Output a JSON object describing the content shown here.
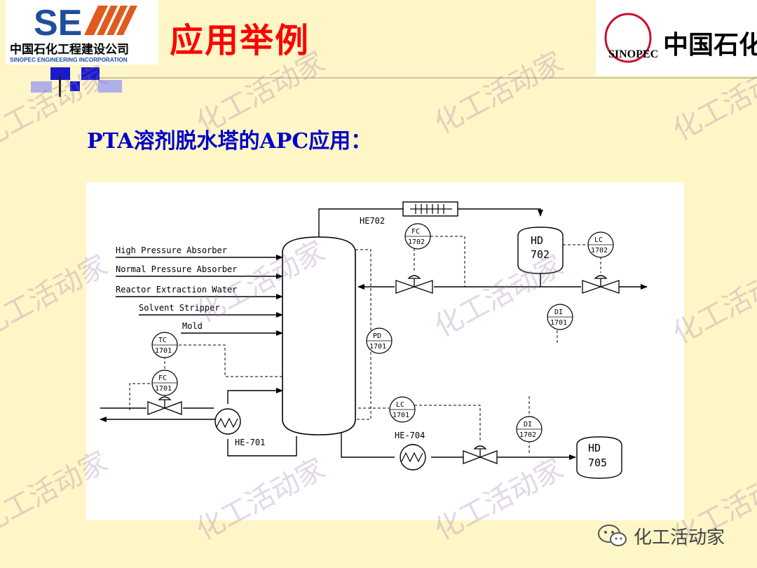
{
  "header": {
    "title": "应用举例",
    "left_logo": {
      "mark": "SE",
      "name_cn": "中国石化工程建设公司",
      "name_en": "SINOPEC ENGINEERING INCORPORATION"
    },
    "right_logo": {
      "mark": "SINOPEC",
      "name_cn": "中国石化"
    }
  },
  "subtitle": "PTA溶剂脱水塔的APC应用：",
  "diagram": {
    "feeds": [
      "High Pressure Absorber",
      "Normal Pressure Absorber",
      "Reactor Extraction Water",
      "Solvent Stripper",
      "Mold"
    ],
    "equipment": {
      "he702": "HE702",
      "he701": "HE-701",
      "he704": "HE-704",
      "hd702": [
        "HD",
        "702"
      ],
      "hd705": [
        "HD",
        "705"
      ]
    },
    "instruments": {
      "fc1702": [
        "FC",
        "1702"
      ],
      "lc1702": [
        "LC",
        "1702"
      ],
      "di1701": [
        "DI",
        "1701"
      ],
      "pd1701": [
        "PD",
        "1701"
      ],
      "tc1701": [
        "TC",
        "1701"
      ],
      "fc1701": [
        "FC",
        "1701"
      ],
      "lc1701": [
        "LC",
        "1701"
      ],
      "di1702": [
        "DI",
        "1702"
      ]
    }
  },
  "watermark": "化工活动家",
  "badge": {
    "text": "化工活动家",
    "icon": "wechat-icon"
  },
  "colors": {
    "title": "#FF0000",
    "subtitle": "#0000CC",
    "background": "#FEF6C6",
    "watermark": "#9B6EAA"
  }
}
